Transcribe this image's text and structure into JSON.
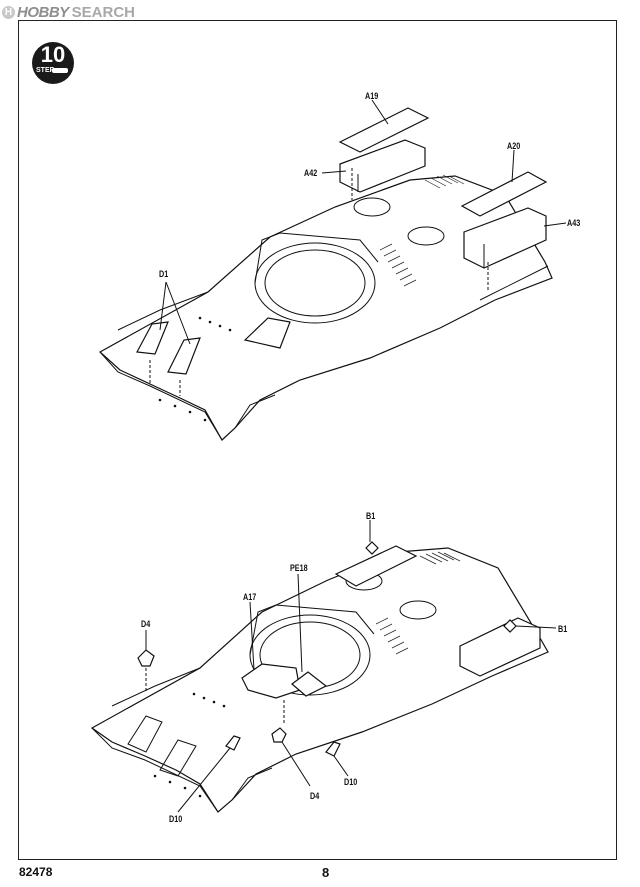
{
  "watermark": {
    "circle": "H",
    "hobby": "HOBBY",
    "search": "SEARCH"
  },
  "step": {
    "number": "10",
    "word": "STEP"
  },
  "callouts_top": {
    "a19": "A19",
    "a42": "A42",
    "a20": "A20",
    "a43": "A43",
    "d1": "D1"
  },
  "callouts_bottom": {
    "b1_top": "B1",
    "b1_right": "B1",
    "pe18": "PE18",
    "a17": "A17",
    "d4_left": "D4",
    "d4_bottom": "D4",
    "d10_left": "D10",
    "d10_right": "D10"
  },
  "footer": {
    "code": "82478",
    "page": "8"
  }
}
